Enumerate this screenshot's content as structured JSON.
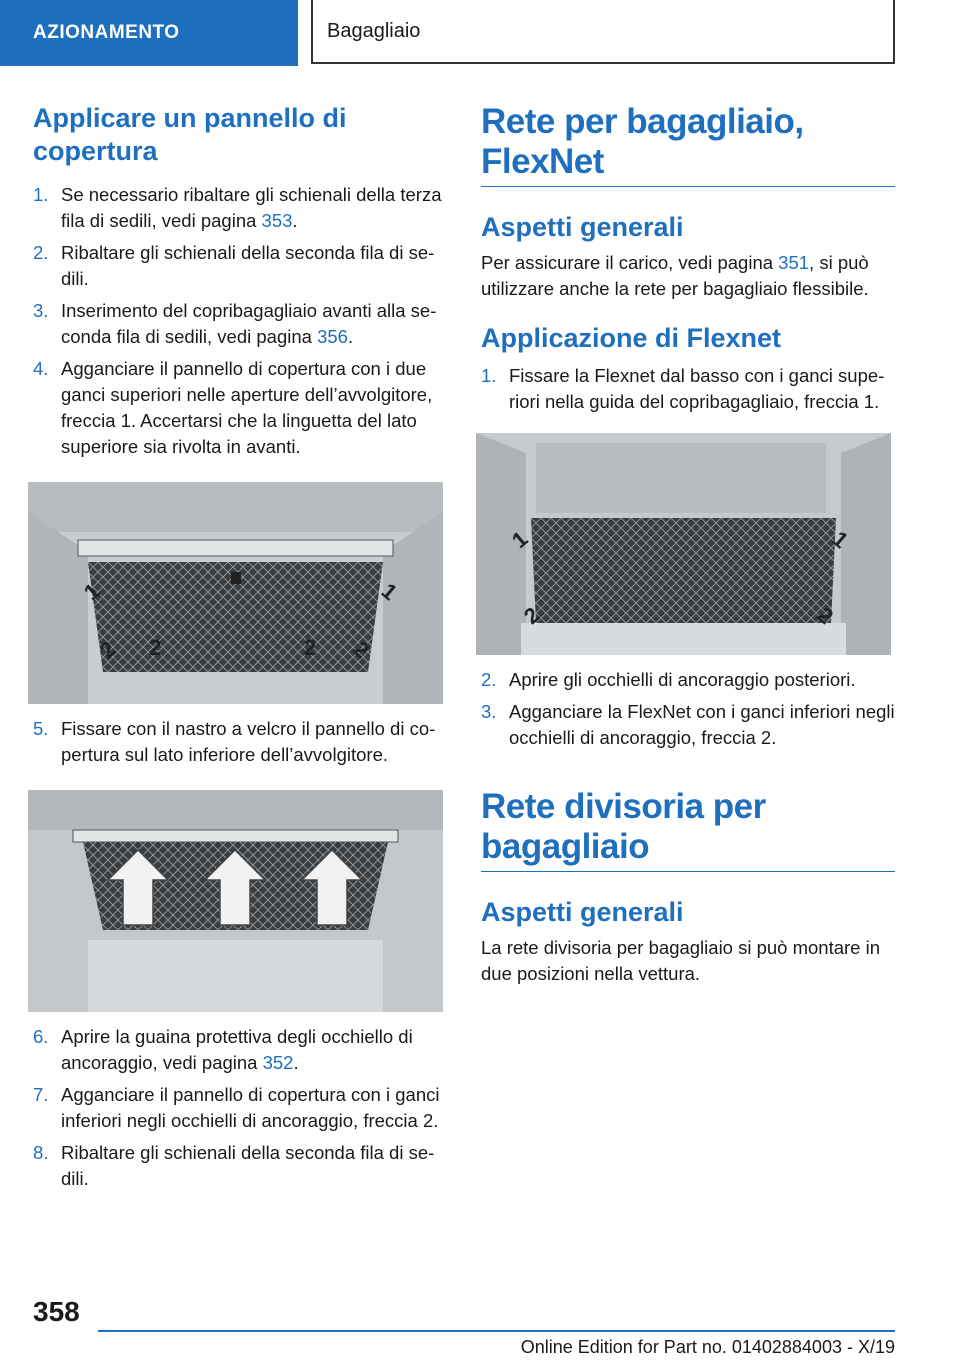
{
  "header": {
    "section": "AZIONAMENTO",
    "chapter": "Bagagliaio"
  },
  "left": {
    "heading": "Applicare un pannello di copertura",
    "steps_a": [
      {
        "num": "1.",
        "pre": "Se necessario ribaltare gli schienali della terza fila di sedili, vedi pagina ",
        "link": "353",
        "post": "."
      },
      {
        "num": "2.",
        "pre": "Ribaltare gli schienali della seconda fila di se­dili.",
        "link": "",
        "post": ""
      },
      {
        "num": "3.",
        "pre": "Inserimento del copribagagliaio avanti alla se­conda fila di sedili, vedi pagina ",
        "link": "356",
        "post": "."
      },
      {
        "num": "4.",
        "pre": "Agganciare il pannello di copertura con i due ganci superiori nelle aperture dell’avvolgitore, freccia 1. Accertarsi che la linguetta del lato superiore sia rivolta in avanti.",
        "link": "",
        "post": ""
      }
    ],
    "fig1_labels": [
      "1",
      "2",
      "2",
      "2",
      "2",
      "1"
    ],
    "steps_b": [
      {
        "num": "5.",
        "pre": "Fissare con il nastro a velcro il pannello di co­pertura sul lato inferiore dell’avvolgitore.",
        "link": "",
        "post": ""
      }
    ],
    "steps_c": [
      {
        "num": "6.",
        "pre": "Aprire la guaina protettiva degli occhiello di ancoraggio, vedi pagina ",
        "link": "352",
        "post": "."
      },
      {
        "num": "7.",
        "pre": "Agganciare il pannello di copertura con i ganci inferiori negli occhielli di ancoraggio, freccia 2.",
        "link": "",
        "post": ""
      },
      {
        "num": "8.",
        "pre": "Ribaltare gli schienali della seconda fila di se­dili.",
        "link": "",
        "post": ""
      }
    ]
  },
  "right": {
    "title1": "Rete per bagagliaio, FlexNet",
    "sub1": "Aspetti generali",
    "p1_pre": "Per assicurare il carico, vedi pagina ",
    "p1_link": "351",
    "p1_post": ", si può utilizzare anche la rete per bagagliaio flessibile.",
    "sub2": "Applicazione di Flexnet",
    "steps_a": [
      {
        "num": "1.",
        "pre": "Fissare la Flexnet dal basso con i ganci supe­riori nella guida del copribagagliaio, freccia 1.",
        "link": "",
        "post": ""
      }
    ],
    "fig3_labels": [
      "1",
      "1",
      "2",
      "2"
    ],
    "steps_b": [
      {
        "num": "2.",
        "pre": "Aprire gli occhielli di ancoraggio posteriori.",
        "link": "",
        "post": ""
      },
      {
        "num": "3.",
        "pre": "Agganciare la FlexNet con i ganci inferiori ne­gli occhielli di ancoraggio, freccia 2.",
        "link": "",
        "post": ""
      }
    ],
    "title2": "Rete divisoria per bagagliaio",
    "sub3": "Aspetti generali",
    "p2": "La rete divisoria per bagagliaio si può montare in due posizioni nella vettura."
  },
  "footer": {
    "page": "358",
    "edition": "Online Edition for Part no. 01402884003 - X/19"
  },
  "colors": {
    "accent": "#1f6fbf"
  }
}
